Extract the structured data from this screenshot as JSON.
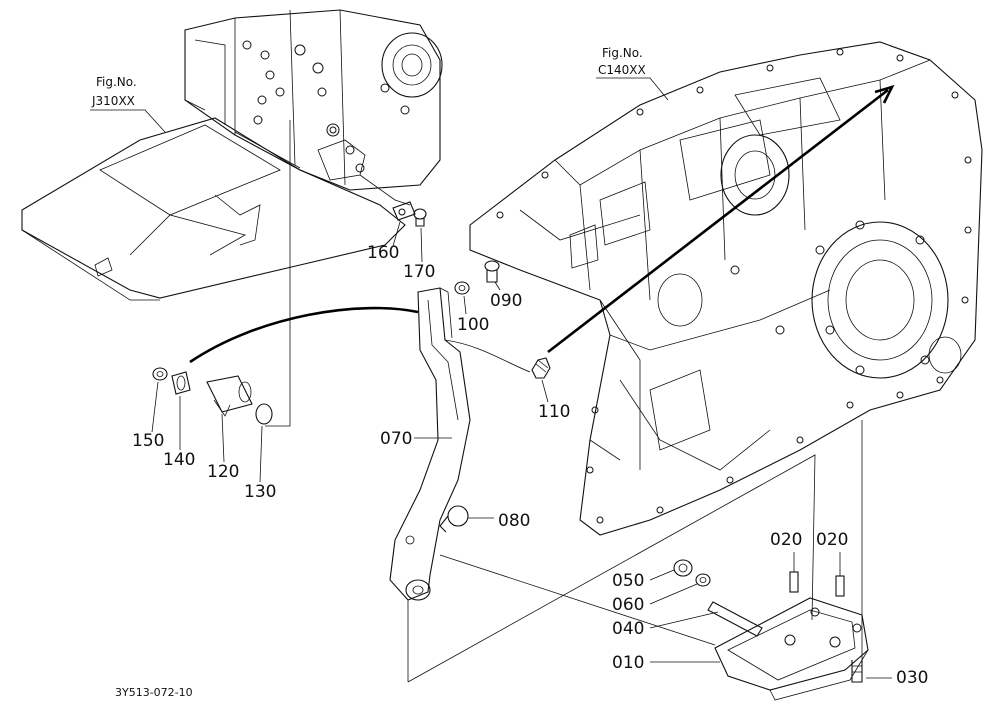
{
  "fig_refs": [
    {
      "title": "Fig.No.",
      "code": "J310XX"
    },
    {
      "title": "Fig.No.",
      "code": "C140XX"
    }
  ],
  "callouts": [
    {
      "label": "160"
    },
    {
      "label": "170"
    },
    {
      "label": "100"
    },
    {
      "label": "090"
    },
    {
      "label": "150"
    },
    {
      "label": "140"
    },
    {
      "label": "120"
    },
    {
      "label": "130"
    },
    {
      "label": "110"
    },
    {
      "label": "070"
    },
    {
      "label": "080"
    },
    {
      "label": "020"
    },
    {
      "label": "020"
    },
    {
      "label": "050"
    },
    {
      "label": "060"
    },
    {
      "label": "040"
    },
    {
      "label": "010"
    },
    {
      "label": "030"
    }
  ],
  "drawing_code": "3Y513-072-10"
}
